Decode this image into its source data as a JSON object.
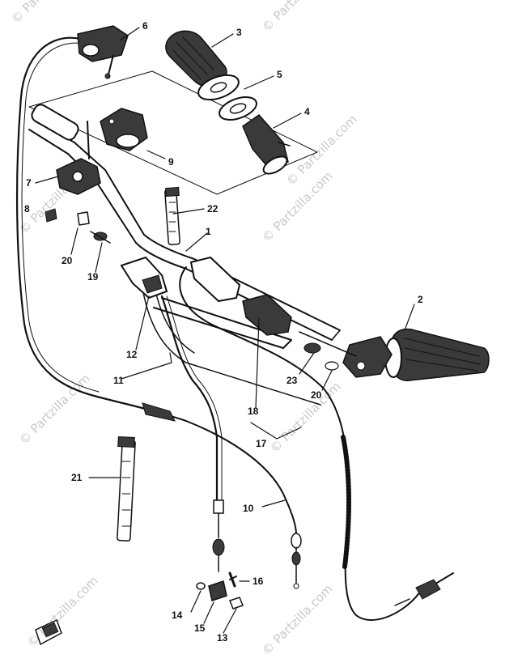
{
  "watermark": "© Partzilla.com",
  "callouts": [
    {
      "id": "c1",
      "label": "1"
    },
    {
      "id": "c2",
      "label": "2"
    },
    {
      "id": "c3",
      "label": "3"
    },
    {
      "id": "c4",
      "label": "4"
    },
    {
      "id": "c5",
      "label": "5"
    },
    {
      "id": "c6",
      "label": "6"
    },
    {
      "id": "c7",
      "label": "7"
    },
    {
      "id": "c8",
      "label": "8"
    },
    {
      "id": "c9",
      "label": "9"
    },
    {
      "id": "c10",
      "label": "10"
    },
    {
      "id": "c11",
      "label": "11"
    },
    {
      "id": "c12",
      "label": "12"
    },
    {
      "id": "c13",
      "label": "13"
    },
    {
      "id": "c14",
      "label": "14"
    },
    {
      "id": "c15",
      "label": "15"
    },
    {
      "id": "c16",
      "label": "16"
    },
    {
      "id": "c17",
      "label": "17"
    },
    {
      "id": "c18",
      "label": "18"
    },
    {
      "id": "c19",
      "label": "19"
    },
    {
      "id": "c20a",
      "label": "20"
    },
    {
      "id": "c20b",
      "label": "20"
    },
    {
      "id": "c21",
      "label": "21"
    },
    {
      "id": "c22",
      "label": "22"
    },
    {
      "id": "c23",
      "label": "23"
    }
  ]
}
